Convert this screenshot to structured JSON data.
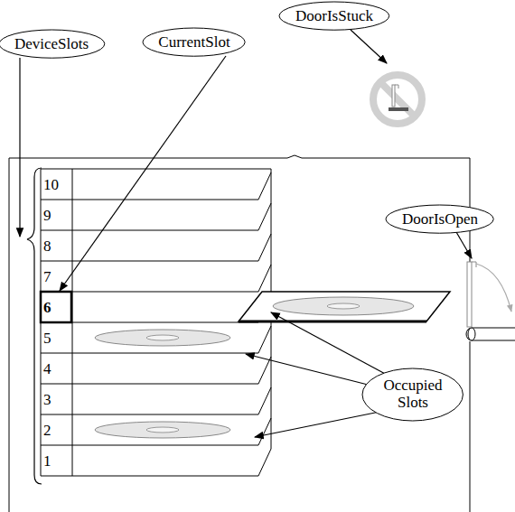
{
  "diagram": {
    "nodes": [
      {
        "text": [
          "DoorIsStuck"
        ]
      },
      {
        "text": [
          "DeviceSlots"
        ]
      },
      {
        "text": [
          "CurrentSlot"
        ]
      },
      {
        "text": [
          "DoorIsOpen"
        ]
      },
      {
        "text": [
          "Occupied Slots"
        ]
      }
    ],
    "labels": [
      "10",
      "9",
      "8",
      "7",
      "6",
      "5",
      "4",
      "3",
      "2",
      "1"
    ]
  }
}
